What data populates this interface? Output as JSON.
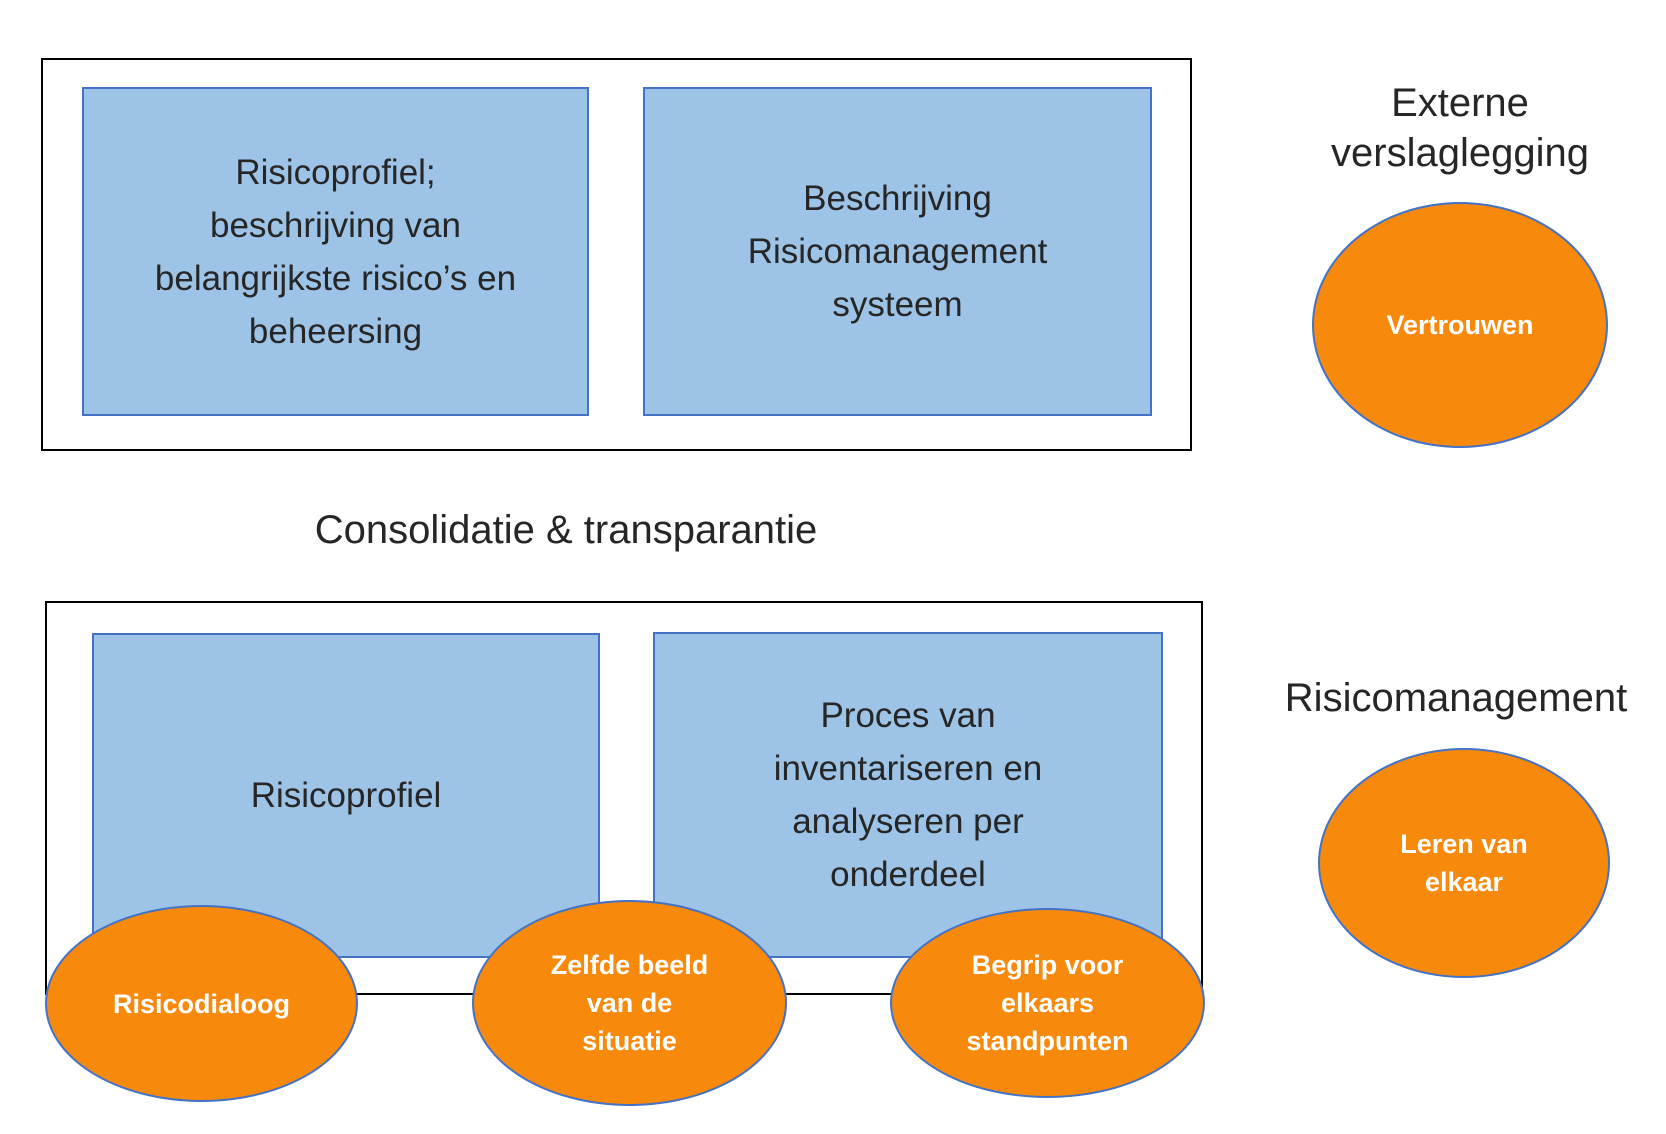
{
  "colors": {
    "background": "#ffffff",
    "box_fill": "#9dc3e6",
    "box_border": "#4472c4",
    "ellipse_fill": "#f7890d",
    "ellipse_border": "#4472c4",
    "container_border": "#000000",
    "text_dark": "#262626",
    "text_light": "#ffffff"
  },
  "top": {
    "boxes": [
      {
        "label": "Risicoprofiel;\nbeschrijving van\nbelangrijkste risico’s en\nbeheersing"
      },
      {
        "label": "Beschrijving\nRisicomanagement\nsysteem"
      }
    ],
    "heading": "Externe\nverslaglegging",
    "ellipse_label": "Vertrouwen"
  },
  "middle": {
    "heading": "Consolidatie & transparantie"
  },
  "bottom": {
    "boxes": [
      {
        "label": "Risicoprofiel"
      },
      {
        "label": "Proces van\ninventariseren en\nanalyseren per\nonderdeel"
      }
    ],
    "heading": "Risicomanagement",
    "ellipse_label": "Leren van\nelkaar",
    "overlay_ellipses": [
      {
        "label": "Risicodialoog"
      },
      {
        "label": "Zelfde beeld\nvan de\nsituatie"
      },
      {
        "label": "Begrip voor\nelkaars\nstandpunten"
      }
    ]
  }
}
